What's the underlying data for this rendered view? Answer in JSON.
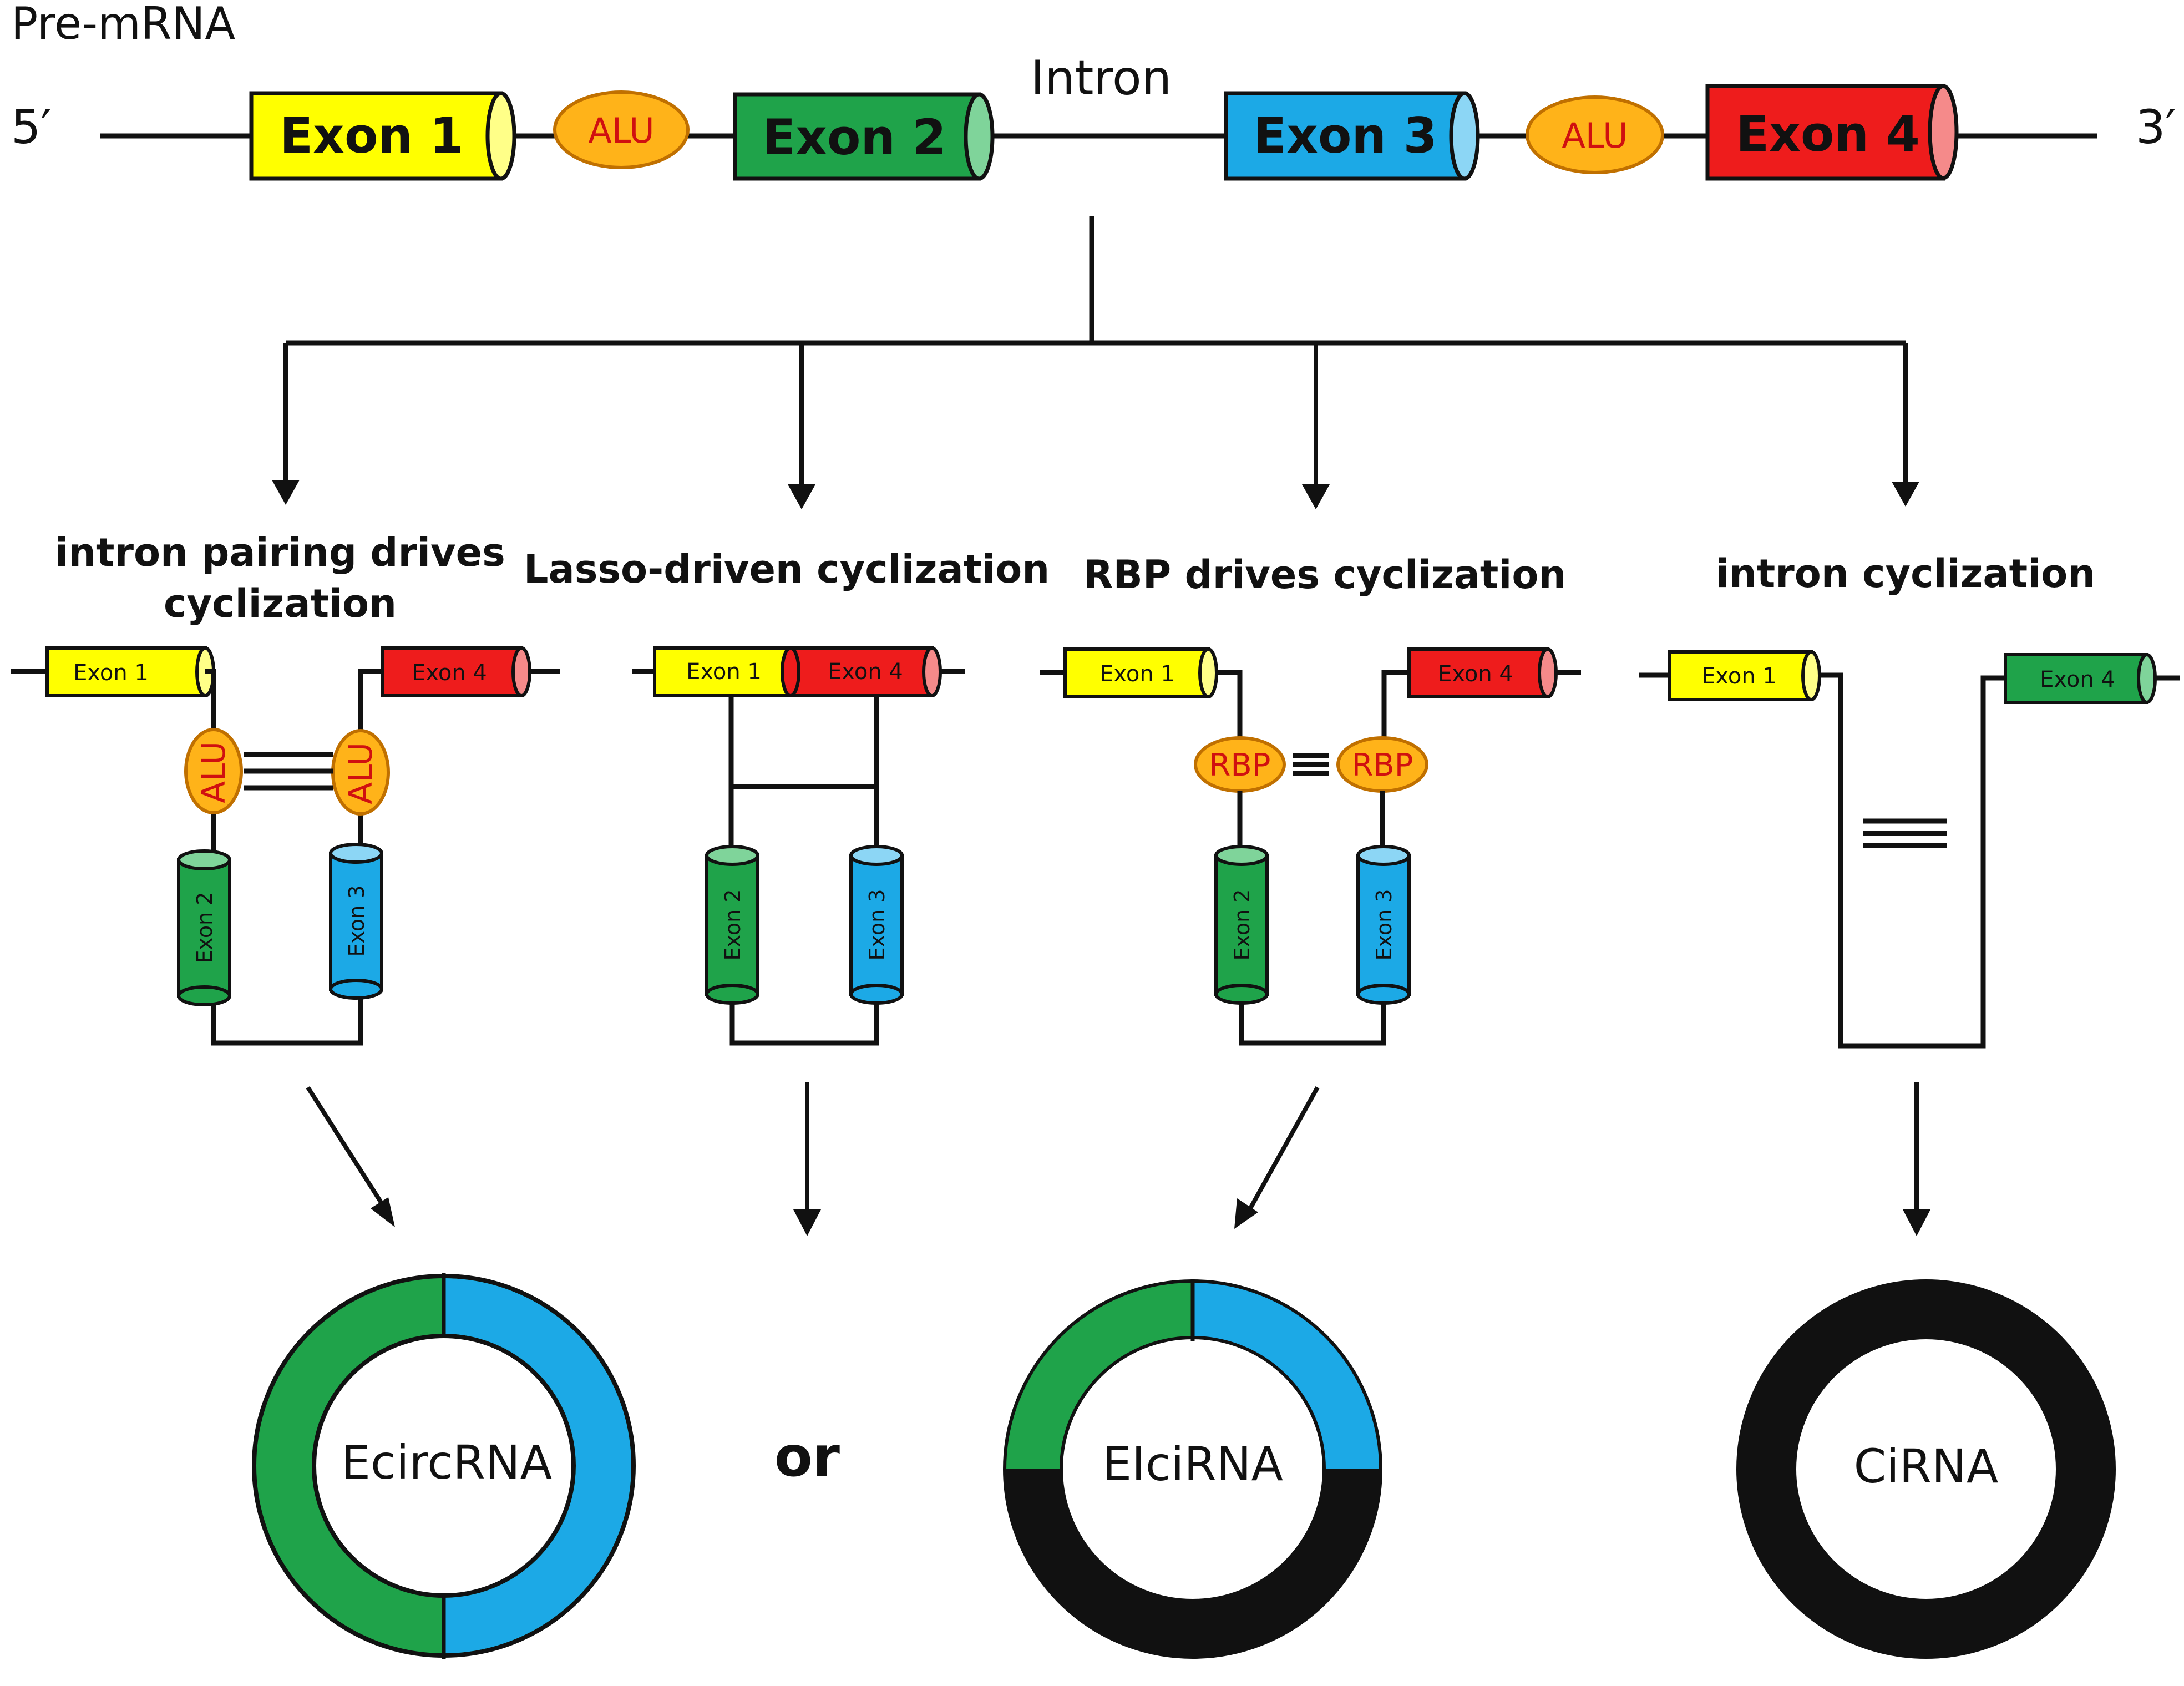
{
  "title": "Pre-mRNA",
  "five_prime": "5′",
  "three_prime": "3′",
  "intron_label": "Intron",
  "alu_label": "ALU",
  "rbp_label": "RBP",
  "or_label": "or",
  "exons": {
    "e1": "Exon 1",
    "e2": "Exon 2",
    "e3": "Exon 3",
    "e4": "Exon 4"
  },
  "paths": {
    "p1": {
      "line1": "intron pairing drives",
      "line2": "cyclization"
    },
    "p2": {
      "line1": "Lasso-driven cyclization"
    },
    "p3": {
      "line1": "RBP drives cyclization"
    },
    "p4": {
      "line1": "intron cyclization"
    }
  },
  "products": {
    "ecirc": "EcircRNA",
    "eici": "EIciRNA",
    "ci": "CiRNA"
  },
  "colors": {
    "exon1": "#ffff00",
    "exon2": "#1fa34a",
    "exon3": "#1ca9e6",
    "exon4": "#ee1c1c",
    "alu": "#ffb319",
    "alu_text": "#d01010",
    "intron_line": "#111111"
  }
}
